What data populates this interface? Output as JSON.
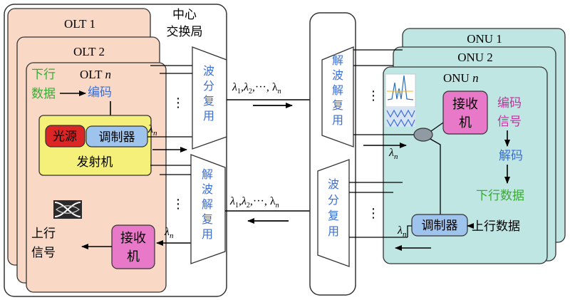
{
  "central_office": {
    "label_line1": "中心",
    "label_line2": "交换局"
  },
  "olt": {
    "card1": "OLT 1",
    "card2": "OLT 2",
    "cardn_prefix": "OLT ",
    "cardn_suffix": "n",
    "downlink_data_line1": "下行",
    "downlink_data_line2": "数据",
    "encode": "编码",
    "light_source": "光源",
    "modulator": "调制器",
    "transmitter": "发射机",
    "lambda_tx": "λ",
    "lambda_sub": "n",
    "receiver_line1": "接收",
    "receiver_line2": "机",
    "lambda_rx": "λ",
    "uplink_signal_line1": "上行",
    "uplink_signal_line2": "信号"
  },
  "mux": {
    "olt_wdm": [
      "波",
      "分",
      "复",
      "用"
    ],
    "olt_demux": [
      "解",
      "波",
      "解",
      "复",
      "用"
    ],
    "onu_demux": [
      "解",
      "波",
      "解",
      "复",
      "用"
    ],
    "onu_wdm": [
      "波",
      "分",
      "复",
      "用"
    ]
  },
  "links": {
    "downstream_label": "λ1,λ2,···, λn",
    "upstream_label": "λ1,λ2,···, λn",
    "dots": "⋮"
  },
  "onu": {
    "card1": "ONU 1",
    "card2": "ONU 2",
    "cardn_prefix": "ONU ",
    "cardn_suffix": "n",
    "receiver_line1": "接收",
    "receiver_line2": "机",
    "encoded_signal_line1": "编码",
    "encoded_signal_line2": "信号",
    "decode": "解码",
    "downlink_data": "下行数据",
    "modulator": "调制器",
    "uplink_data": "上行数据",
    "lambda": "λ",
    "lambda_sub": "n"
  },
  "colors": {
    "olt_fill": "#f9d9c6",
    "onu_fill": "#bfe6e3",
    "transmitter_fill": "#f4f07a",
    "light_source_fill": "#dc2626",
    "modulator_fill": "#9ec3ec",
    "receiver_fill": "#e879c9",
    "green_text": "#3aaa35",
    "blue_text": "#3b6fd6",
    "magenta_text": "#c0339c"
  }
}
